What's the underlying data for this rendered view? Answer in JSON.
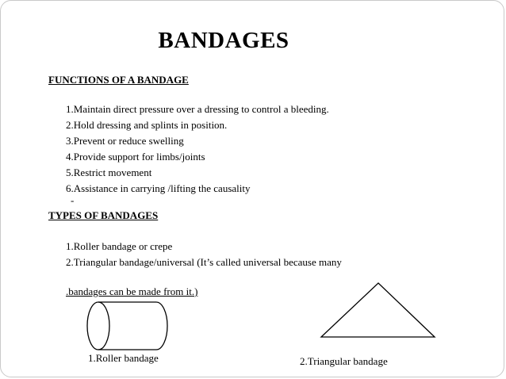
{
  "slide": {
    "title": "BANDAGES",
    "functions": {
      "heading": "FUNCTIONS OF A BANDAGE",
      "items": [
        "1.Maintain direct pressure over a dressing to control a bleeding.",
        "2.Hold dressing and splints in position.",
        "3.Prevent or reduce swelling",
        "4.Provide support for limbs/joints",
        "5.Restrict movement",
        "6.Assistance in carrying /lifting the causality"
      ],
      "stray_mark": "-"
    },
    "types": {
      "heading": "TYPES OF BANDAGES",
      "items": [
        "1.Roller bandage or crepe",
        "2.Triangular bandage/universal (It’s called universal because many"
      ],
      "continuation": ".bandages can be made from it.)"
    },
    "figures": {
      "roller_caption": "1.Roller bandage",
      "triangular_caption": "2.Triangular bandage"
    }
  }
}
